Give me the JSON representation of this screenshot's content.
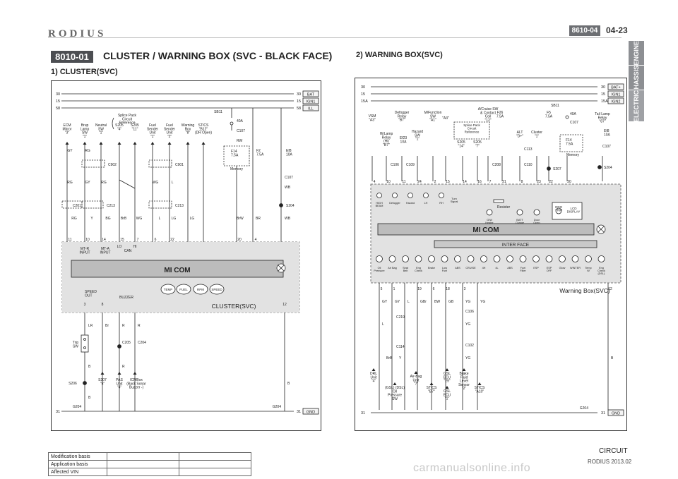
{
  "header": {
    "logo": "RODIUS",
    "code": "8610-04",
    "page": "04-23"
  },
  "side_tabs": [
    "ENGINE",
    "CHASSIS",
    "ELECTRIC"
  ],
  "section": {
    "badge": "8010-01",
    "title": "CLUSTER / WARNING BOX (SVC - BLACK FACE)"
  },
  "cluster": {
    "subtitle": "1) CLUSTER(SVC)",
    "caption": "CLUSTER(SVC)",
    "rails": {
      "left": [
        "30",
        "15",
        "58"
      ],
      "right": [
        "30",
        "15",
        "58"
      ],
      "tags": [
        "BAT",
        "IGN1",
        "ILL"
      ],
      "bottom_left": "31",
      "bottom_right": "31",
      "gnd": "GND",
      "ground": "G204"
    },
    "inputs": [
      "ECM\nMirror\n\"3\"",
      "Brup\nLamp\nSW\n\"1\"",
      "Neutral\nSW\n\"1\"",
      "S205\n\"4\"",
      "S205\n\"11\"",
      "Fuel\nSender\nUnit\n\"1\"",
      "Fuel\nSender\nUnit\n\"2\"",
      "Warning\nBox\n\"8\"",
      "STICS\n\"B12\"\n(DR Open)"
    ],
    "splice": "Splice Pack\nCircuit\nReference",
    "fuses": {
      "sb": "SB11",
      "sb_amp": "40A",
      "c107": "C107",
      "f14": "F14\n7.5A",
      "f2": "F2\n7.5A",
      "memory": "Memory",
      "ef8": "Ef8\n10A",
      "s204": "S204",
      "c107b": "C107",
      "wb": "WB",
      "rw": "RW"
    },
    "connectors": [
      "C902",
      "C901",
      "C201",
      "C213",
      "C213"
    ],
    "wire_colors": [
      "RG",
      "GY",
      "RG",
      "RG",
      "GY",
      "RG",
      "RG",
      "Y",
      "BG",
      "BrB",
      "WG",
      "L",
      "WG",
      "L",
      "LG",
      "LG",
      "BrW",
      "BR",
      "WB"
    ],
    "module": {
      "title": "MI COM",
      "mt_r": "MT-R\nINPUT",
      "mt_a": "MT-A\nINPUT",
      "lo": "LO",
      "hi": "HI",
      "can": "CAN",
      "speed_out": "SPEED\nOUT",
      "buzzer": "BUZZER",
      "gauges": [
        "TEMP",
        "FUEL",
        "RPM",
        "SPEED"
      ],
      "pins_top": [
        "11",
        "10",
        "14",
        "15",
        "7",
        "6",
        "22",
        "20",
        "4"
      ],
      "pins_bottom": [
        "3",
        "8",
        "12"
      ]
    },
    "outputs": [
      "Trip\nSW",
      "S206",
      "S207\n\"5\"",
      "PAS\nUnit\n\"4\"",
      "ICMBox\n(Back Sonar\nBuzzer -)"
    ],
    "out_connectors": [
      "C205",
      "C204"
    ],
    "out_wires": [
      "LR",
      "Br",
      "R",
      "R",
      "R",
      "B",
      "B",
      "B"
    ]
  },
  "warning": {
    "subtitle": "2) WARNING BOX(SVC)",
    "caption": "Warning Box(SVC)",
    "rails": {
      "left": [
        "30",
        "15",
        "15A"
      ],
      "right": [
        "30",
        "15",
        "15A"
      ],
      "tags": [
        "BAT+",
        "IGN1",
        "IGN2"
      ],
      "bottom_left": "31",
      "bottom_right": "31",
      "gnd": "GND",
      "ground": "G204"
    },
    "inputs": [
      "VSM\n\"A3\"",
      "Hi/Lamp\nRelay\n(Hi)\n\"B7\"",
      "Defogger\nRelay\n\"B7\"",
      "Ef23\n10A",
      "Hazard\nSW\n\"1\"",
      "M/Function\nSW\n\"A1\"",
      "\"A3\"",
      "A/Cruise SW\n& Contact\nCoil\n\"12\"",
      "F26\n7.5A",
      "ALT\n\"D+\"",
      "Cluster\n\"1\"",
      "F5\n7.5A",
      "Tail Lamp\nRelay\n\"87\""
    ],
    "splice": "Splice Pack\nCircuit\nReference",
    "splice_items": [
      "S205\n\"14\"",
      "S205\n\"7\""
    ],
    "fuses": {
      "sb": "SB11",
      "sb_amp": "40A",
      "c107": "C107",
      "f14": "F14\n7.5A",
      "memory": "Memory",
      "ef8": "Ef8\n10A",
      "s204": "S204",
      "c107b": "C107",
      "s207": "S207"
    },
    "connectors": [
      "C106",
      "C109",
      "C208",
      "C113",
      "C110"
    ],
    "indicators": [
      "HIGH\nBEAM",
      "Defogger",
      "Hazard",
      "LH",
      "RH",
      "Turn\nSignal",
      "G/W\nHeater",
      "BATT\nCharge",
      "Door\nOpen",
      "Resister",
      "ODO\nTRIP",
      "LCD\nDISPLAY"
    ],
    "module": {
      "title": "MI COM",
      "interface": "INTER FACE",
      "lamps": [
        "Oil\nPressure",
        "Air Bag",
        "Seat\nBelt",
        "Eng\nCheck",
        "Brake",
        "Low\nFuel",
        "ABS",
        "CRUISE",
        "4H",
        "4L",
        "ABS",
        "Fuel\nFilter",
        "ESP",
        "ESP\nOFF",
        "Glow",
        "WINTER",
        "Temp\nW",
        "Eng\nCheck\n(DSL)"
      ],
      "pins_top": [
        "4",
        "10",
        "11",
        "24",
        "2",
        "15",
        "14",
        "16",
        "7",
        "21",
        "8",
        "23",
        "22",
        "20"
      ],
      "pins_bottom": [
        "5",
        "1",
        "19",
        "6",
        "18",
        "3",
        "12"
      ]
    },
    "outputs": [
      "DRL\nUnit\n\"4\"",
      "(GSL) (DSL)\nOil\nPressure\nSW",
      "Air-Bag\nUnit\n\"7\"",
      "STICS\n\"B7\"",
      "GSL\nECU\n\"29\"",
      "GSL\nECU\n\"1\"",
      "Brake\nFluid\nLevel\nSensor\n\"2\"",
      "STICS\n\"A10\""
    ],
    "out_connectors": [
      "C219",
      "C114",
      "C106",
      "C102"
    ],
    "out_wires": [
      "GY",
      "GY",
      "L",
      "GBr",
      "BW",
      "GB",
      "YG",
      "YG",
      "L",
      "BrB",
      "Y",
      "YG",
      "YG",
      "B"
    ]
  },
  "footer": {
    "rows": [
      "Modification basis",
      "Application basis",
      "Affected VIN"
    ],
    "circuit": "CIRCUIT",
    "model": "RODIUS 2013.02",
    "watermark": "carmanualsonline.info"
  },
  "colors": {
    "badge": "#4c4e52",
    "tab": "#8d8f93",
    "module_fill": "#d9d9d9",
    "dashed": "#555555"
  }
}
